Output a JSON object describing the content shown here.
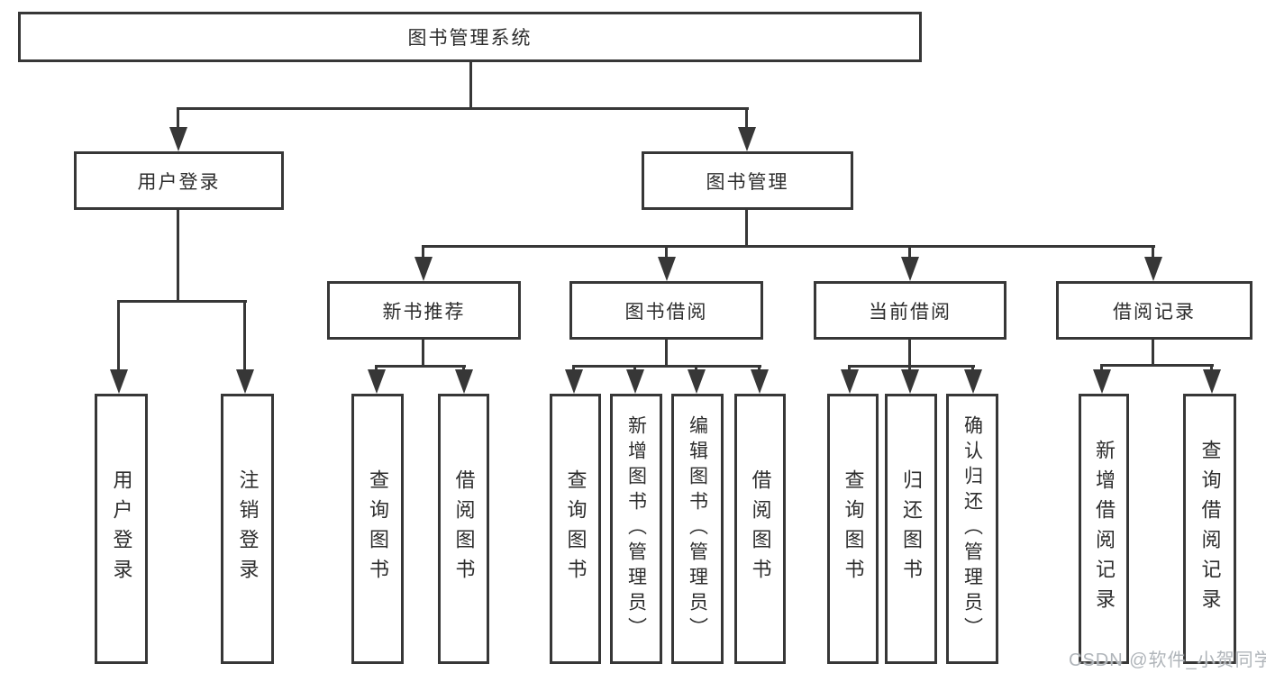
{
  "diagram": {
    "root": {
      "label": "图书管理系统"
    },
    "level2": [
      {
        "label": "用户登录",
        "children": [
          "用户登录",
          "注销登录"
        ]
      },
      {
        "label": "图书管理"
      }
    ],
    "level3": [
      {
        "label": "新书推荐",
        "children": [
          "查询图书",
          "借阅图书"
        ]
      },
      {
        "label": "图书借阅",
        "children": [
          "查询图书",
          "新增图书（管理员）",
          "编辑图书（管理员）",
          "借阅图书"
        ]
      },
      {
        "label": "当前借阅",
        "children": [
          "查询图书",
          "归还图书",
          "确认归还（管理员）"
        ]
      },
      {
        "label": "借阅记录",
        "children": [
          "新增借阅记录",
          "查询借阅记录"
        ]
      }
    ],
    "watermark": "CSDN @软件_小贺同学",
    "colors": {
      "line": "#373737",
      "text": "#2d2d2d",
      "watermark": "#b0b5ba",
      "background": "#ffffff"
    }
  }
}
